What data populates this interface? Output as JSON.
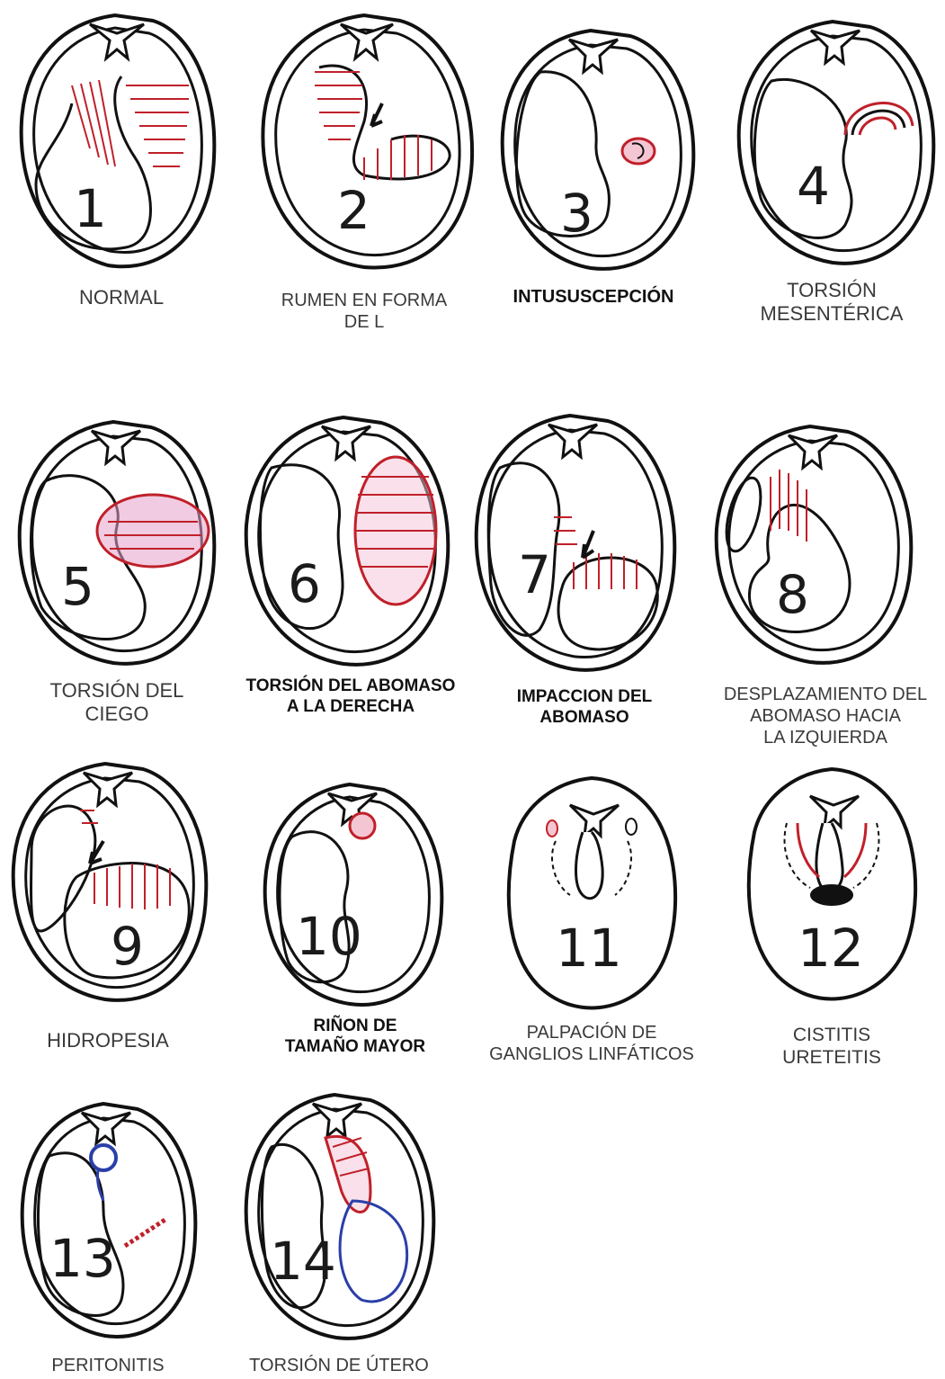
{
  "colors": {
    "outline": "#111111",
    "hatch": "#c0202a",
    "pink": "#e6a0c8",
    "blue": "#2a3fa8"
  },
  "panels": [
    {
      "number": "1",
      "caption": [
        "NORMAL"
      ],
      "bold": false
    },
    {
      "number": "2",
      "caption": [
        "RUMEN EN FORMA",
        "DE L"
      ],
      "bold": false
    },
    {
      "number": "3",
      "caption": [
        "INTUSUSCEPCIÓN"
      ],
      "bold": true
    },
    {
      "number": "4",
      "caption": [
        "TORSIÓN",
        "MESENTÉRICA"
      ],
      "bold": false
    },
    {
      "number": "5",
      "caption": [
        "TORSIÓN DEL",
        "CIEGO"
      ],
      "bold": false
    },
    {
      "number": "6",
      "caption": [
        "TORSIÓN DEL ABOMASO",
        "A LA DERECHA"
      ],
      "bold": true
    },
    {
      "number": "7",
      "caption": [
        "IMPACCION DEL",
        "ABOMASO"
      ],
      "bold": true
    },
    {
      "number": "8",
      "caption": [
        "DESPLAZAMIENTO DEL",
        "ABOMASO HACIA",
        "LA IZQUIERDA"
      ],
      "bold": false
    },
    {
      "number": "9",
      "caption": [
        "HIDROPESIA"
      ],
      "bold": false
    },
    {
      "number": "10",
      "caption": [
        "RIÑON DE",
        "TAMAÑO MAYOR"
      ],
      "bold": true
    },
    {
      "number": "11",
      "caption": [
        "PALPACIÓN DE",
        "GANGLIOS LINFÁTICOS"
      ],
      "bold": false
    },
    {
      "number": "12",
      "caption": [
        "CISTITIS",
        "URETEITIS"
      ],
      "bold": false
    },
    {
      "number": "13",
      "caption": [
        "PERITONITIS"
      ],
      "bold": false
    },
    {
      "number": "14",
      "caption": [
        "TORSIÓN DE ÚTERO"
      ],
      "bold": false
    }
  ]
}
